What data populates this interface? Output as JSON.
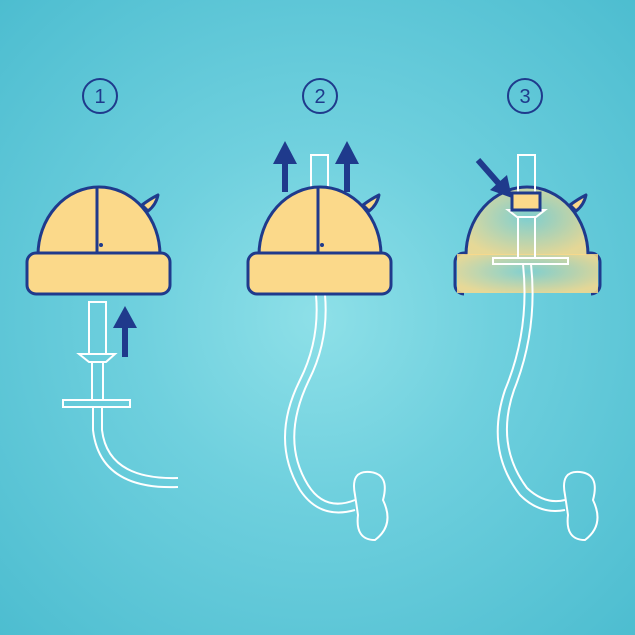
{
  "steps": [
    {
      "label": "1"
    },
    {
      "label": "2"
    },
    {
      "label": "3"
    }
  ],
  "colors": {
    "navy": "#1f3a8c",
    "hat": "#fbd98a",
    "tube": "#ffffff"
  }
}
